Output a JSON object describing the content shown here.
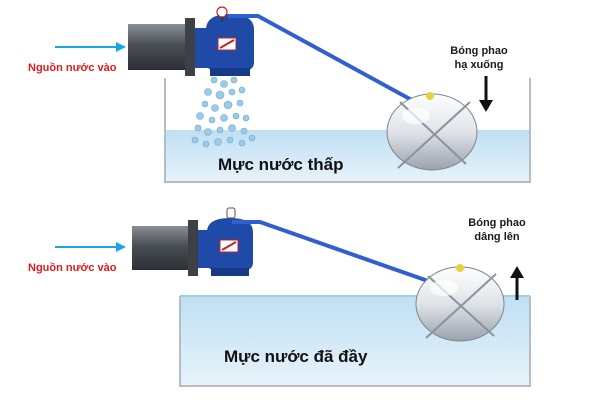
{
  "panels": {
    "top": {
      "source_label": "Nguồn nước vào",
      "float_label_line1": "Bóng phao",
      "float_label_line2": "hạ xuống",
      "level_label": "Mực nước thấp",
      "arrow": "down"
    },
    "bottom": {
      "source_label": "Nguồn nước vào",
      "float_label_line1": "Bóng phao",
      "float_label_line2": "dâng lên",
      "level_label": "Mực nước đã đầy",
      "arrow": "up"
    }
  },
  "colors": {
    "water": "#cfe6f5",
    "valve": "#1f4aa8",
    "arm": "#2f5fd0",
    "pipe": "#555a60",
    "inflow_arrow": "#1aa6e6",
    "source_text": "#e01b1b"
  },
  "icons": {
    "inflow": "arrow-right-icon",
    "float": "float-ball-icon",
    "valve": "float-valve-icon",
    "direction_down": "arrow-down-icon",
    "direction_up": "arrow-up-icon"
  }
}
